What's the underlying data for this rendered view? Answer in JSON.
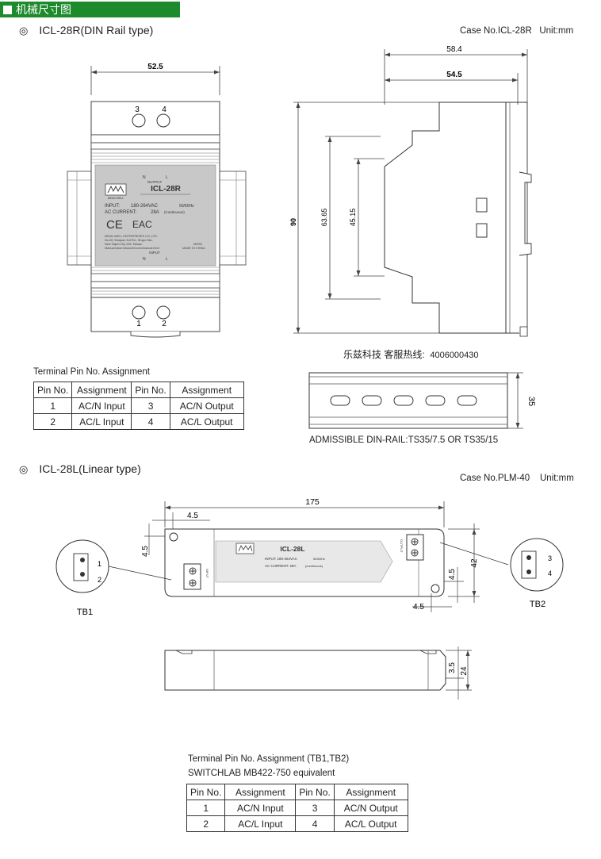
{
  "header": {
    "title": "机械尺寸图"
  },
  "din_section": {
    "title": "ICL-28R(DIN Rail type)",
    "case_no": "Case No.ICL-28R",
    "unit": "Unit:mm",
    "front": {
      "width_dim": "52.5",
      "top_terminals": [
        "3",
        "4"
      ],
      "bottom_terminals": [
        "1",
        "2"
      ],
      "label": {
        "output": "OUTPUT",
        "n": "N",
        "l": "L",
        "brand": "MEAN WELL",
        "model": "ICL-28R",
        "input_line": "INPUT:",
        "input_value": "180-264VAC",
        "freq": "50/60Hz",
        "current_label": "AC CURRENT:",
        "current_value": "28A",
        "current_note": "(Continuous)",
        "ce": "CE",
        "eac": "EAC",
        "company": "MEAN WELL ENTERPRISES CO.,LTD.",
        "addr1": "No.28, Wuquan 3rd Rd., Wugu Dist.,",
        "addr2": "New Taipei City 248, Taiwan",
        "web": "Manual:www.meanwell.com/manual.html",
        "date": "MW02",
        "made": "MADE IN CHINA",
        "input": "INPUT"
      }
    },
    "side": {
      "dim_58": "58.4",
      "dim_54": "54.5",
      "dim_90": "90",
      "dim_63": "63.65",
      "dim_45": "45.15"
    },
    "hotline": "乐兹科技 客服热线:",
    "hotline_number": "4006000430",
    "rail_dim": "35",
    "rail_text": "ADMISSIBLE DIN-RAIL:TS35/7.5 OR TS35/15",
    "pin_table": {
      "caption": "Terminal Pin No. Assignment",
      "headers": [
        "Pin No.",
        "Assignment",
        "Pin No.",
        "Assignment"
      ],
      "rows": [
        [
          "1",
          "AC/N Input",
          "3",
          "AC/N Output"
        ],
        [
          "2",
          "AC/L Input",
          "4",
          "AC/L Output"
        ]
      ]
    }
  },
  "linear_section": {
    "title": "ICL-28L(Linear type)",
    "case_no": "Case No.PLM-40",
    "unit": "Unit:mm",
    "top_view": {
      "length_dim": "175",
      "hole_dim_top": "4.5",
      "hole_dim_left": "4.5",
      "hole_dim_right": "4.5",
      "hole_dim_bottom": "4.5",
      "height_dim": "42",
      "label": {
        "model": "ICL-28L",
        "input": "INPUT: 180-264VAC",
        "freq": "50/60Hz",
        "current": "AC CURRENT: 28A",
        "note": "(continuous)",
        "input_side": "INPUT",
        "output_side": "OUTPUT"
      }
    },
    "tb1": {
      "name": "TB1",
      "pins": [
        "1",
        "2"
      ]
    },
    "tb2": {
      "name": "TB2",
      "pins": [
        "3",
        "4"
      ]
    },
    "side_view": {
      "dim_small": "3.5",
      "dim_total": "24"
    },
    "pin_table": {
      "caption": "Terminal Pin No. Assignment (TB1,TB2)",
      "caption2": "SWITCHLAB MB422-750 equivalent",
      "headers": [
        "Pin No.",
        "Assignment",
        "Pin No.",
        "Assignment"
      ],
      "rows": [
        [
          "1",
          "AC/N Input",
          "3",
          "AC/N Output"
        ],
        [
          "2",
          "AC/L Input",
          "4",
          "AC/L Output"
        ]
      ]
    }
  }
}
